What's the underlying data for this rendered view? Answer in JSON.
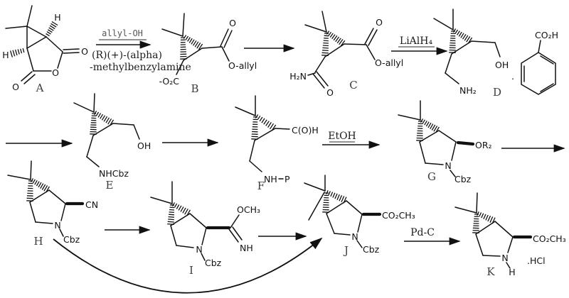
{
  "compounds": {
    "a": "A",
    "b": "B",
    "c": "C",
    "d": "D",
    "e": "E",
    "f": "F",
    "g": "G",
    "h": "H",
    "i": "I",
    "j": "J",
    "k": "K"
  },
  "reagents": {
    "allyl_oh": "allyl-OH",
    "amine_line1": "(R)(+)-(alpha)",
    "amine_line2": "-methylbenzylamine",
    "lialh4": "LiAlH₄",
    "etoh": "EtOH",
    "pdc": "Pd-C"
  },
  "labels": {
    "a": {
      "o_right": "O",
      "o_ring": "O",
      "o_bottom": "O",
      "h_top": "H",
      "h_left": "H"
    },
    "b": {
      "o": "O",
      "o_allyl": "O-allyl",
      "carboxylate": "-O₂C"
    },
    "c": {
      "o": "O",
      "o_allyl": "O-allyl",
      "amide_o": "O",
      "h2n": "H₂N"
    },
    "d": {
      "oh": "OH",
      "nh2": "NH₂",
      "dot": "."
    },
    "benzoic": {
      "co2h": "CO₂H"
    },
    "e": {
      "oh": "OH",
      "nhcbz": "NHCbz"
    },
    "f": {
      "cho": "C(O)H",
      "nh": "NH",
      "p": "P"
    },
    "g": {
      "or2": "OR₂",
      "n": "N",
      "cbz": "Cbz"
    },
    "h": {
      "cn": "CN",
      "n": "N",
      "cbz": "Cbz"
    },
    "i": {
      "och3": "OCH₃",
      "nh": "NH",
      "n": "N",
      "cbz": "Cbz"
    },
    "j": {
      "co2ch3": "CO₂CH₃",
      "n": "N",
      "cbz": "Cbz"
    },
    "k": {
      "co2ch3": "CO₂CH₃",
      "n": "N",
      "h": "H",
      "hcl": ".HCl"
    }
  }
}
